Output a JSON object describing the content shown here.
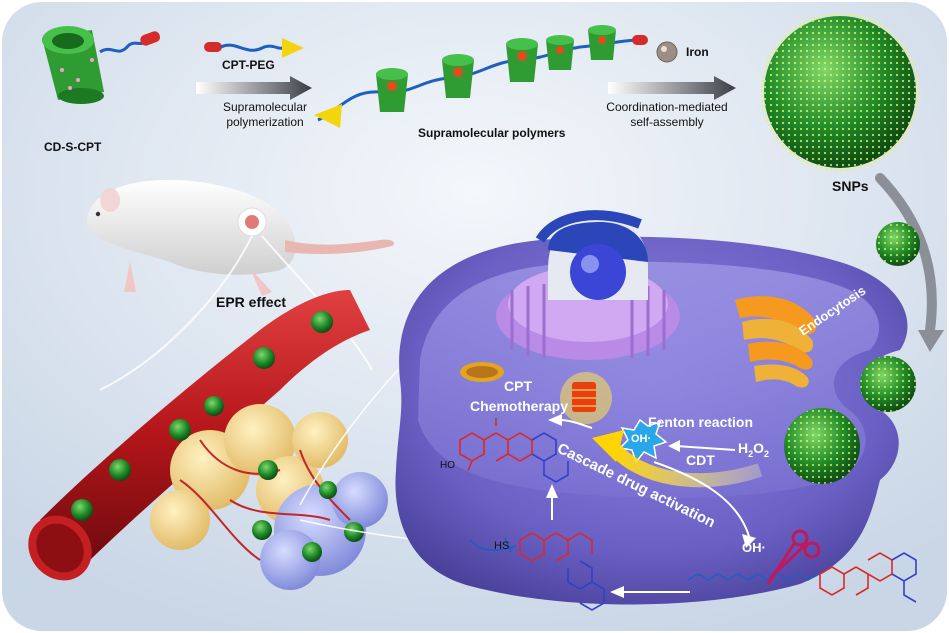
{
  "labels": {
    "cd_s_cpt": "CD-S-CPT",
    "cpt_peg": "CPT-PEG",
    "supramolecular_l1": "Supramolecular",
    "supramolecular_l2": "polymerization",
    "supramolecular_polymers": "Supramolecular polymers",
    "iron": "Iron",
    "coordination_l1": "Coordination-mediated",
    "coordination_l2": "self-assembly",
    "snps": "SNPs",
    "epr_effect": "EPR effect",
    "endocytosis": "Endocytosis",
    "cpt": "CPT",
    "chemotherapy": "Chemotherapy",
    "fenton_reaction": "Fenton reaction",
    "oh_radical": "OH·",
    "h2o2": "H",
    "h2o2_sub1": "2",
    "h2o2_o": "O",
    "h2o2_sub2": "2",
    "cdt": "CDT",
    "cascade": "Cascade drug activation",
    "oh_radical_2": "OH·",
    "hs": "HS",
    "ho": "HO"
  },
  "colors": {
    "background": "#dfe8f3",
    "cd_green": "#2f9e2f",
    "peg_blue": "#1f5fbf",
    "cpt_red": "#d62b2b",
    "drug_yellow": "#f4d21c",
    "cell": "#8f86d8",
    "vessel": "#b81e1e"
  }
}
